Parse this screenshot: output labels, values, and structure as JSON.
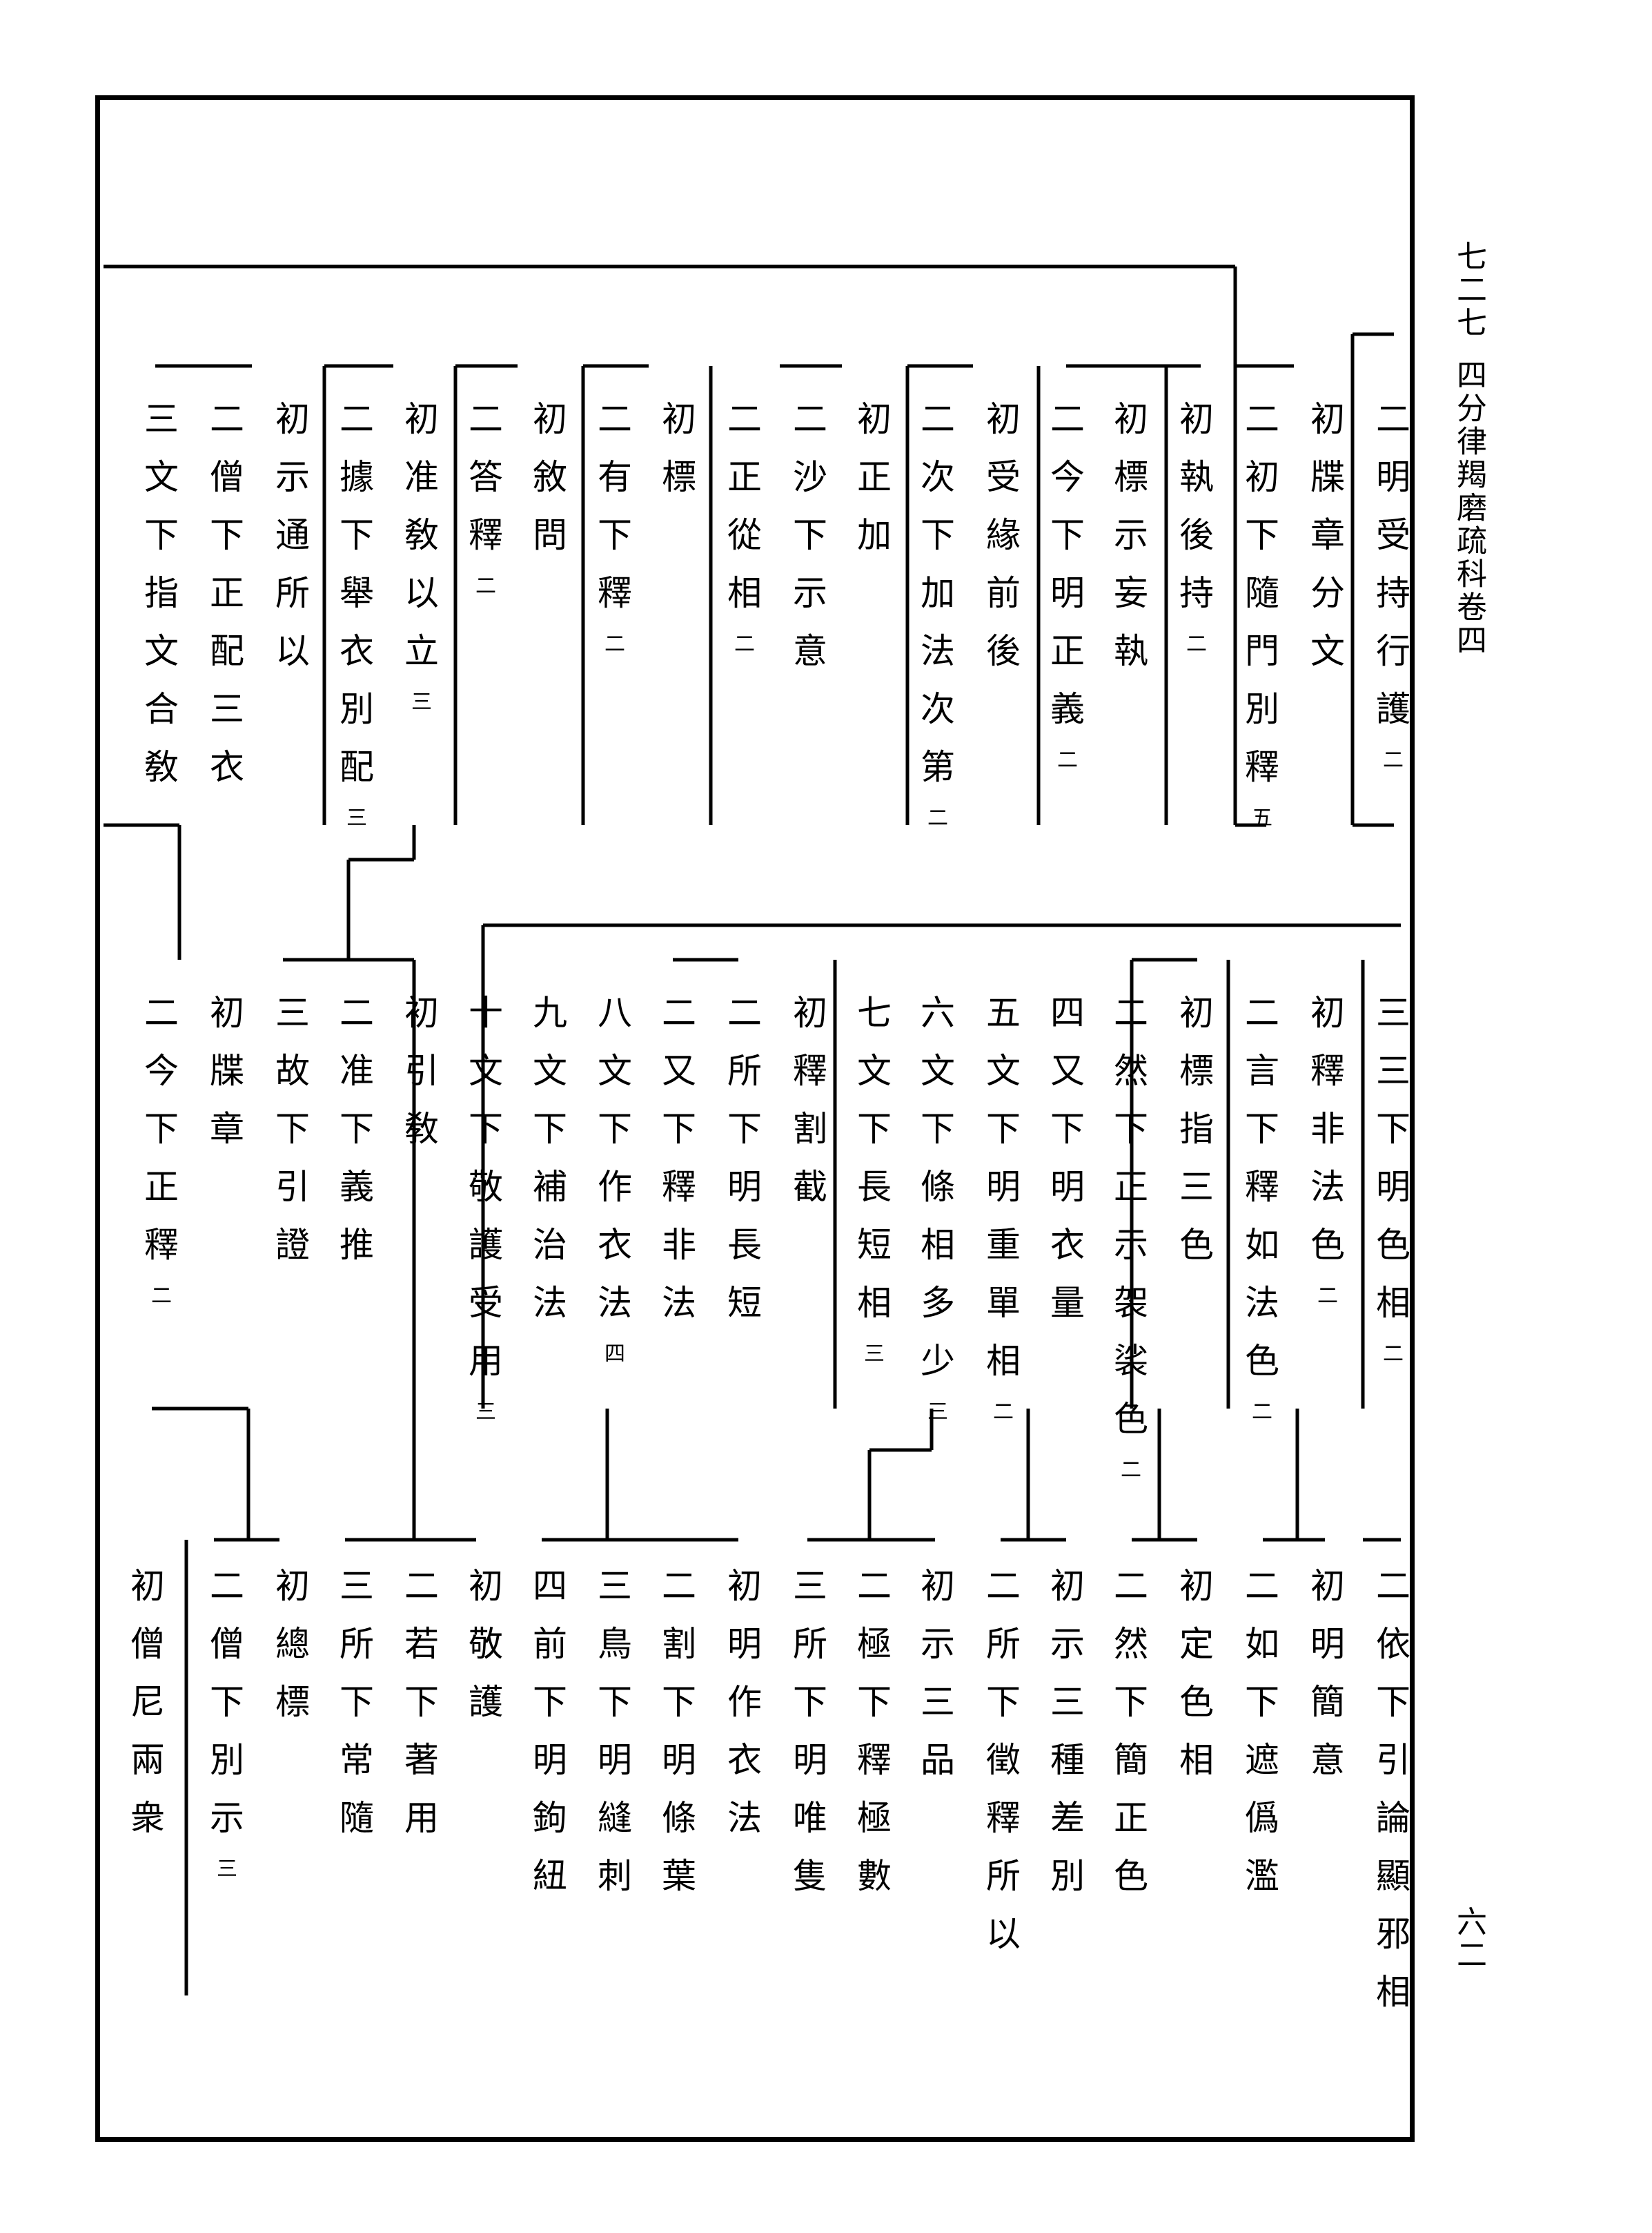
{
  "margin": {
    "page_left_number": "七二七",
    "book_title": "四分律羯磨疏科卷四",
    "page_right_number": "六二"
  },
  "rows": [
    {
      "id": "top",
      "entries": [
        {
          "text": "二明受持行護",
          "num": "二"
        },
        {
          "text": "初牒章分文",
          "num": ""
        },
        {
          "text": "二初下隨門別釋",
          "num": "五"
        },
        {
          "text": "初執後持",
          "num": "二"
        },
        {
          "text": "初標示妄執",
          "num": ""
        },
        {
          "text": "二今下明正義",
          "num": "二"
        },
        {
          "text": "初受緣前後",
          "num": ""
        },
        {
          "text": "二次下加法次第",
          "num": "二"
        },
        {
          "text": "初正加",
          "num": ""
        },
        {
          "text": "二沙下示意",
          "num": ""
        },
        {
          "text": "二正從相",
          "num": "二"
        },
        {
          "text": "初標",
          "num": ""
        },
        {
          "text": "二有下釋",
          "num": "二"
        },
        {
          "text": "初敘問",
          "num": ""
        },
        {
          "text": "二答釋",
          "num": "二"
        },
        {
          "text": "初准敎以立",
          "num": "三"
        },
        {
          "text": "二據下舉衣別配",
          "num": "三"
        },
        {
          "text": "初示通所以",
          "num": ""
        },
        {
          "text": "二僧下正配三衣",
          "num": ""
        },
        {
          "text": "三文下指文合敎",
          "num": ""
        }
      ]
    },
    {
      "id": "middle",
      "entries": [
        {
          "text": "三三下明色相",
          "num": "二"
        },
        {
          "text": "初釋非法色",
          "num": "二"
        },
        {
          "text": "二言下釋如法色",
          "num": "二"
        },
        {
          "text": "初標指三色",
          "num": ""
        },
        {
          "text": "二然下正示袈裟色",
          "num": "二"
        },
        {
          "text": "四又下明衣量",
          "num": ""
        },
        {
          "text": "五文下明重單相",
          "num": "二"
        },
        {
          "text": "六文下條相多少",
          "num": "三"
        },
        {
          "text": "七文下長短相",
          "num": "三"
        },
        {
          "text": "初釋割截",
          "num": ""
        },
        {
          "text": "二所下明長短",
          "num": ""
        },
        {
          "text": "二又下釋非法",
          "num": ""
        },
        {
          "text": "八文下作衣法",
          "num": "四"
        },
        {
          "text": "九文下補治法",
          "num": ""
        },
        {
          "text": "十文下敬護受用",
          "num": "三"
        },
        {
          "text": "初引敎",
          "num": ""
        },
        {
          "text": "二准下義推",
          "num": ""
        },
        {
          "text": "三故下引證",
          "num": ""
        },
        {
          "text": "初牒章",
          "num": ""
        },
        {
          "text": "二今下正釋",
          "num": "二"
        }
      ]
    },
    {
      "id": "bottom",
      "entries": [
        {
          "text": "二依下引論顯邪相",
          "num": ""
        },
        {
          "text": "初明簡意",
          "num": ""
        },
        {
          "text": "二如下遮僞濫",
          "num": ""
        },
        {
          "text": "初定色相",
          "num": ""
        },
        {
          "text": "二然下簡正色",
          "num": ""
        },
        {
          "text": "初示三種差別",
          "num": ""
        },
        {
          "text": "二所下徵釋所以",
          "num": ""
        },
        {
          "text": "初示三品",
          "num": ""
        },
        {
          "text": "二極下釋極數",
          "num": ""
        },
        {
          "text": "三所下明唯隻",
          "num": ""
        },
        {
          "text": "初明作衣法",
          "num": ""
        },
        {
          "text": "二割下明條葉",
          "num": ""
        },
        {
          "text": "三鳥下明縫刺",
          "num": ""
        },
        {
          "text": "四前下明鉤紐",
          "num": ""
        },
        {
          "text": "初敬護",
          "num": ""
        },
        {
          "text": "二若下著用",
          "num": ""
        },
        {
          "text": "三所下常隨",
          "num": ""
        },
        {
          "text": "初總標",
          "num": ""
        },
        {
          "text": "二僧下別示",
          "num": "三"
        },
        {
          "text": "初僧尼兩衆",
          "num": ""
        }
      ]
    }
  ]
}
